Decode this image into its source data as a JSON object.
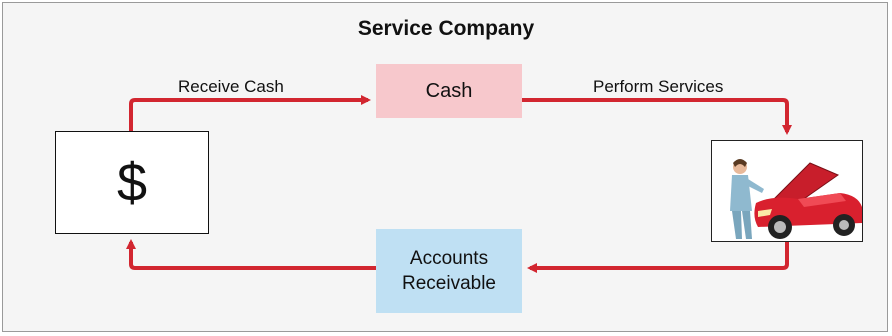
{
  "title": "Service Company",
  "nodes": {
    "cash": "Cash",
    "accounts_receivable_line1": "Accounts",
    "accounts_receivable_line2": "Receivable",
    "dollar": "$"
  },
  "edges": {
    "receive_cash": "Receive Cash",
    "perform_services": "Perform Services"
  },
  "colors": {
    "arrow": "#d22630",
    "cash_fill": "#f7c8cc",
    "receivable_fill": "#bfe0f3",
    "frame_fill": "#f5f5f5"
  },
  "photo": "mechanic-with-red-car"
}
